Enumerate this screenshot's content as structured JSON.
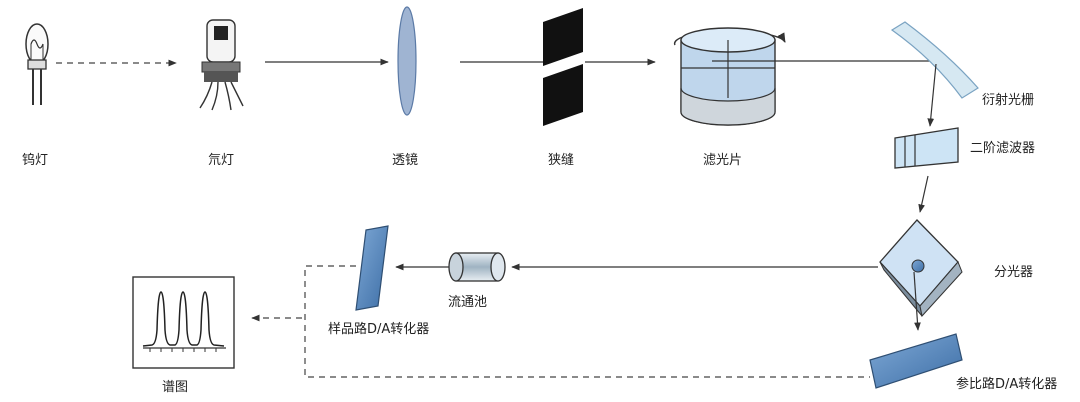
{
  "labels": {
    "tungsten_lamp": "钨灯",
    "deuterium_lamp": "氘灯",
    "lens": "透镜",
    "slit": "狭缝",
    "filter": "滤光片",
    "grating": "衍射光栅",
    "second_order_filter": "二阶滤波器",
    "beam_splitter": "分光器",
    "flow_cell": "流通池",
    "sample_converter": "样品路D/A转化器",
    "reference_converter": "参比路D/A转化器",
    "spectrum": "谱图"
  },
  "colors": {
    "accent": "#5b8fc7",
    "line": "#333333"
  }
}
